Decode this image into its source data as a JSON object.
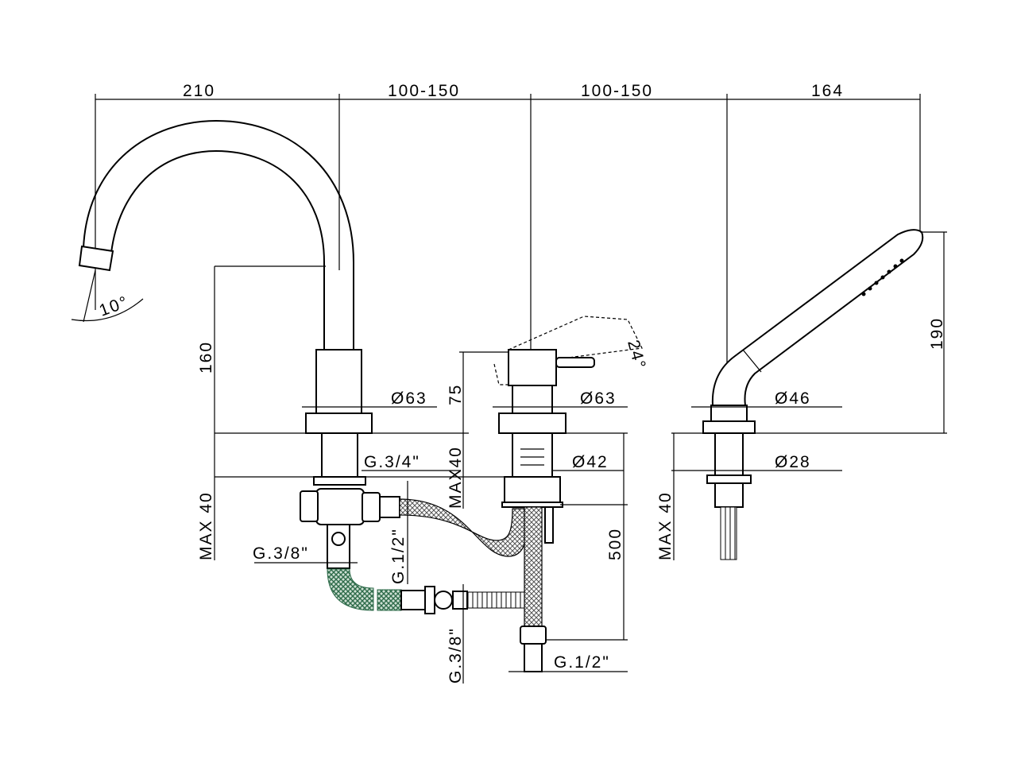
{
  "drawing": {
    "top_dimensions": [
      "210",
      "100-150",
      "100-150",
      "164"
    ],
    "spout": {
      "angle": "10°",
      "height": "160",
      "diameter": "Ø63",
      "thread": "G.3/4\"",
      "max_deck": "MAX 40"
    },
    "mixer": {
      "height": "75",
      "lever_angle": "24°",
      "diameter": "Ø63",
      "shank_diameter": "Ø42",
      "max_deck": "MAX40",
      "hose_length": "500",
      "thread_outlet": "G.1/2\""
    },
    "diverter": {
      "thread_in": "G.3/8\"",
      "thread_out": "G.1/2\"",
      "thread_hose": "G.3/8\""
    },
    "handshower": {
      "height": "190",
      "diameter": "Ø46",
      "shank_diameter": "Ø28",
      "max_deck": "MAX 40"
    },
    "colors": {
      "line": "#000000",
      "green_hose": "#2e6b4a"
    }
  }
}
